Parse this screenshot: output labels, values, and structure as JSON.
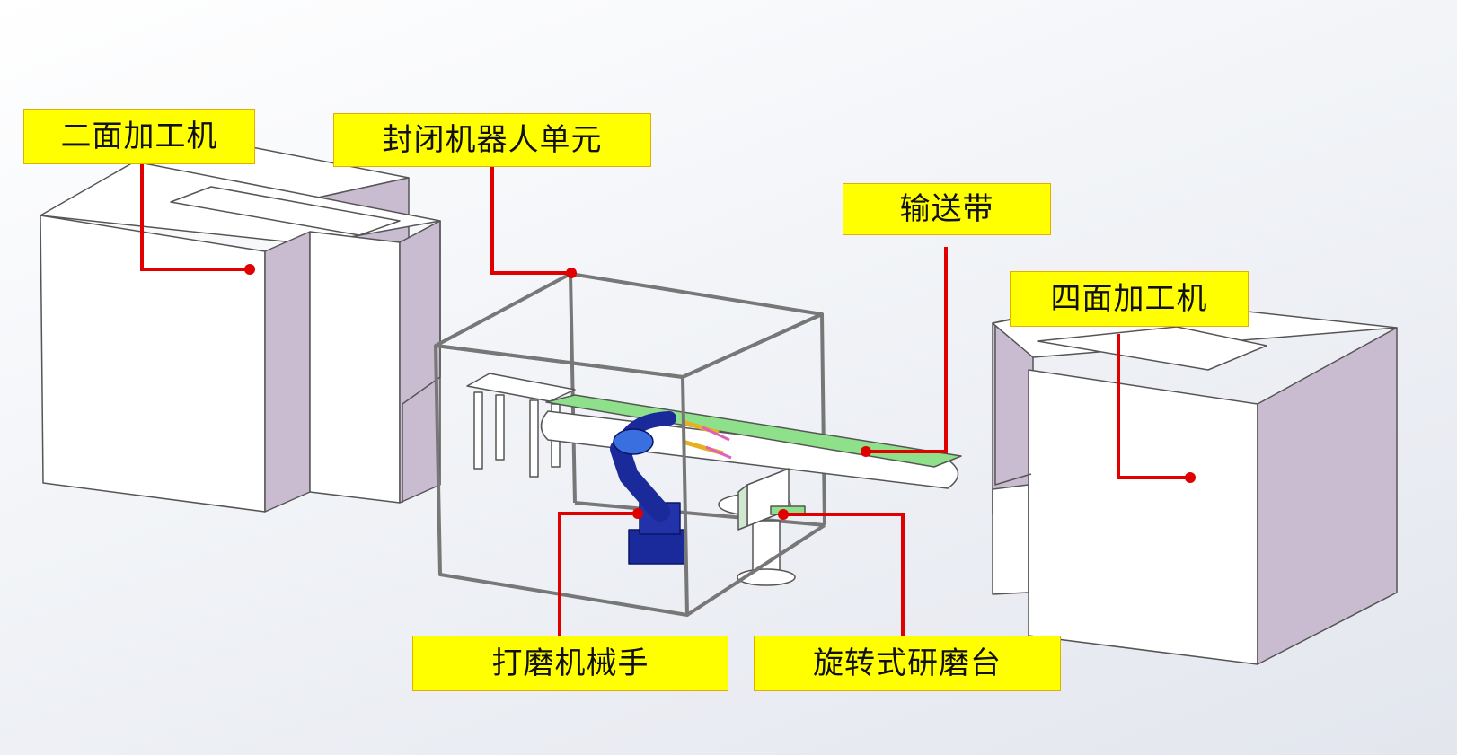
{
  "labels": {
    "two_face_machine": "二面加工机",
    "enclosed_robot_cell": "封闭机器人单元",
    "conveyor_belt": "输送带",
    "four_face_machine": "四面加工机",
    "grinding_robot_arm": "打磨机械手",
    "rotary_grinding_table": "旋转式研磨台"
  },
  "colors": {
    "label_fill": "#ffff00",
    "leader_line": "#e00000",
    "machine_side": "#c9bcd0",
    "machine_face": "#ffffff",
    "conveyor_belt": "#8ee08a",
    "robot_arm": "#1a2a9a",
    "gripper": "#e6b020"
  }
}
